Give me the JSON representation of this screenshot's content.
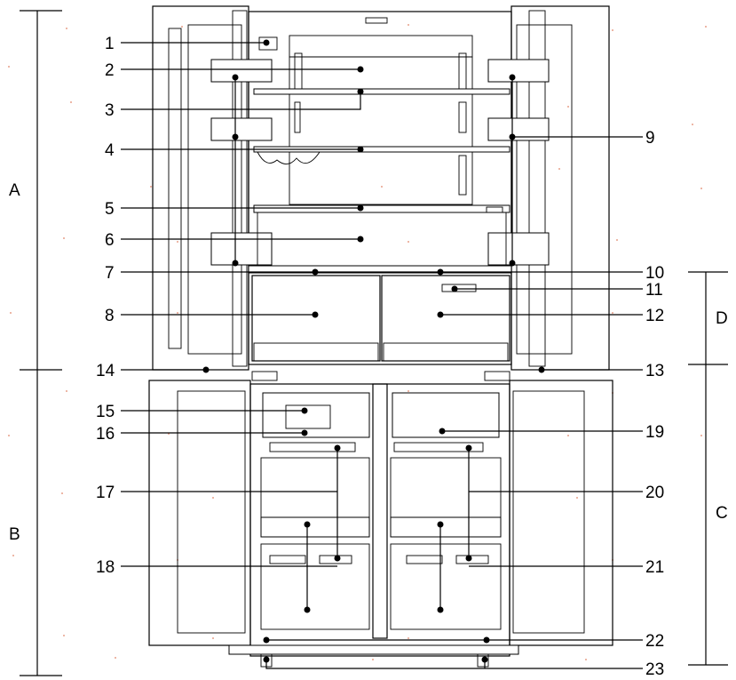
{
  "callouts": {
    "n1": "1",
    "n2": "2",
    "n3": "3",
    "n4": "4",
    "n5": "5",
    "n6": "6",
    "n7": "7",
    "n8": "8",
    "n9": "9",
    "n10": "10",
    "n11": "11",
    "n12": "12",
    "n13": "13",
    "n14": "14",
    "n15": "15",
    "n16": "16",
    "n17": "17",
    "n18": "18",
    "n19": "19",
    "n20": "20",
    "n21": "21",
    "n22": "22",
    "n23": "23"
  },
  "zones": {
    "a": "A",
    "b": "B",
    "c": "C",
    "d": "D"
  }
}
